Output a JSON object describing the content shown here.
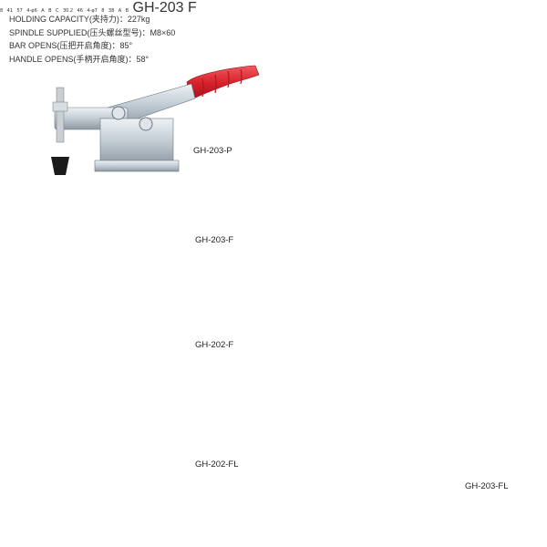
{
  "specs": {
    "holding_capacity": "HOLDING CAPACITY(夹持力)：227kg",
    "spindle_supplied": "SPINDLE SUPPLIED(压头螺丝型号)：M8×60",
    "bar_opens": "BAR OPENS(压把开启角度)：85°",
    "handle_opens": "HANDLE OPENS(手柄开启角度)：58°"
  },
  "models": {
    "gh203p": "GH-203-P",
    "gh203f": "GH-203-F",
    "gh202f": "GH-202-F",
    "gh202fl": "GH-202-FL",
    "gh203fl": "GH-203-FL"
  },
  "drawing_labels": {
    "d1": "8",
    "d2": "41",
    "d3": "57",
    "d4": "4-φ6",
    "a": "A",
    "b": "B",
    "c": "C",
    "e1": "30.2",
    "e2": "46",
    "e3": "4-φ7",
    "f1": "8",
    "f2": "38"
  },
  "stamps": {
    "body": "GH-203 F"
  },
  "colors": {
    "handle": "#d8202a",
    "steel": "#c9d3dc",
    "line": "#555555"
  }
}
